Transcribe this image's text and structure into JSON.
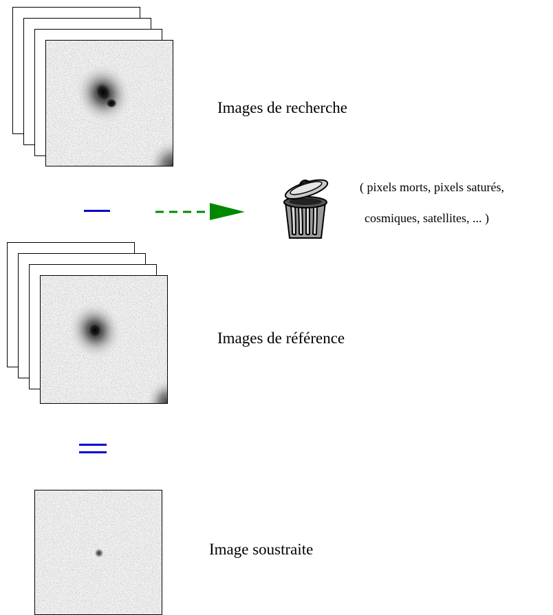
{
  "labels": {
    "search": "Images de recherche",
    "reference": "Images de référence",
    "subtracted": "Image soustraite",
    "trash_line1": "( pixels morts, pixels saturés,",
    "trash_line2": "cosmiques, satellites, ... )"
  },
  "icons": {
    "minus": "minus-sign-icon",
    "equals": "equals-sign-icon",
    "arrow": "dashed-arrow-icon",
    "trash": "trash-can-icon"
  },
  "colors": {
    "operator": "#0000cc",
    "arrow": "#008800"
  }
}
